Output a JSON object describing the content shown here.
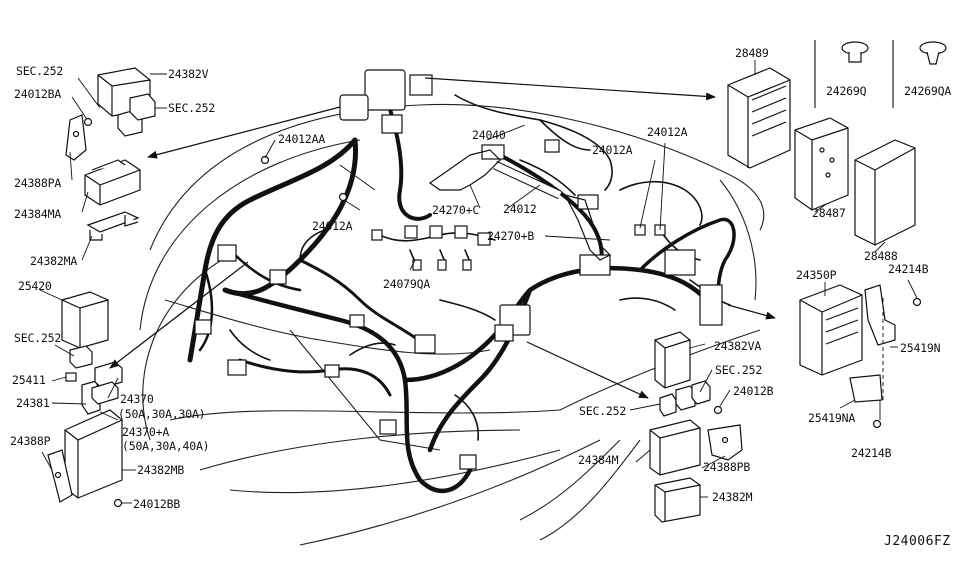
{
  "diagram": {
    "reference_code": "J24006FZ",
    "labels": {
      "sec252_a": "SEC.252",
      "p24012BA": "24012BA",
      "p24382V": "24382V",
      "sec252_b": "SEC.252",
      "p24388PA": "24388PA",
      "p24384MA": "24384MA",
      "p24382MA": "24382MA",
      "p25420": "25420",
      "sec252_c": "SEC.252",
      "p25411": "25411",
      "p24381": "24381",
      "p24388P": "24388P",
      "p24370": "24370",
      "p24370_amps": "(50A,30A,30A)",
      "p24370A": "24370+A",
      "p24370A_amps": "(50A,30A,40A)",
      "p24382MB": "24382MB",
      "p24012BB": "24012BB",
      "p24012AA": "24012AA",
      "p24012A_left": "24012A",
      "p24040": "24040",
      "p24012A_right1": "24012A",
      "p24012A_right2": "24012A",
      "p24012": "24012",
      "p24270C": "24270+C",
      "p24270B": "24270+B",
      "p24079QA": "24079QA",
      "p28489": "28489",
      "p28487": "28487",
      "p28488": "28488",
      "p24269Q": "24269Q",
      "p24269QA": "24269QA",
      "p24350P": "24350P",
      "p24214B_top": "24214B",
      "p25419N": "25419N",
      "p25419NA": "25419NA",
      "p24214B_bottom": "24214B",
      "p24382VA": "24382VA",
      "sec252_d": "SEC.252",
      "p24012B": "24012B",
      "sec252_e": "SEC.252",
      "p24384M": "24384M",
      "p24388PB": "24388PB",
      "p24382M": "24382M"
    }
  }
}
